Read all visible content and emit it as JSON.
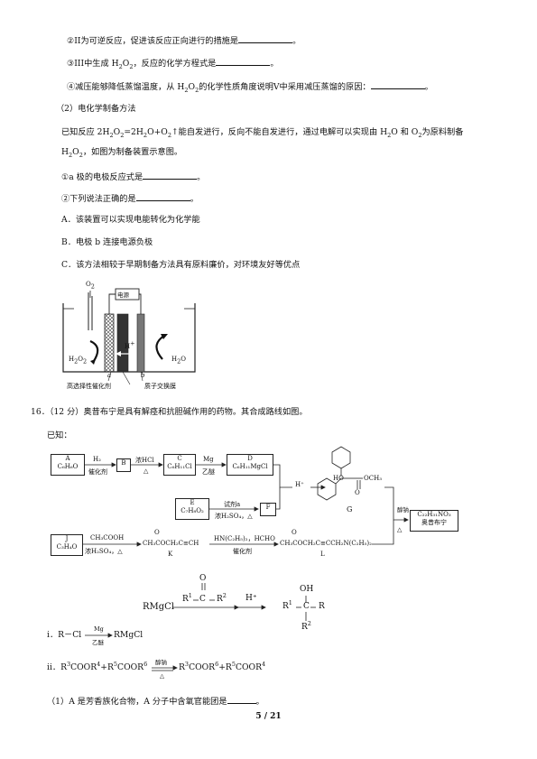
{
  "p1": {
    "q3": "②II为可逆反应，促进该反应正向进行的措施是",
    "q4_a": "③III中生成 H",
    "q4_b": "，反应的化学方程式是",
    "q5_a": "④减压能够降低蒸馏温度，从 H",
    "q5_b": "的化学性质角度说明V中采用减压蒸馏的原因：",
    "sec2": "（2）电化学制备方法",
    "intro1_a": "已知反应 2H",
    "intro1_b": "=2H",
    "intro1_c": "O+O",
    "intro1_d": "↑能自发进行，反向不能自发进行，通过电解可以实现由 H",
    "intro1_e": "O 和 O",
    "intro1_f": "为原料制备",
    "intro2_a": "H",
    "intro2_b": "，如图为制备装置示意图。",
    "qa": "①a 极的电极反应式是",
    "qb": "②下列说法正确的是",
    "optA": "A．该装置可以实现电能转化为化学能",
    "optB": "B．电极 b 连接电源负极",
    "optC": "C．该方法相较于早期制备方法具有原料廉价，对环境友好等优点",
    "sub2": "2",
    "period": "。",
    "comma": "，"
  },
  "apparatus": {
    "o2": "O",
    "power": "电源",
    "h2o2": "H",
    "hplus": "H",
    "h2o": "H",
    "label_a": "a",
    "label_b": "b",
    "cat": "高选择性催化剂",
    "mem": "质子交换膜"
  },
  "q16": {
    "head": "16．（12 分）奥昔布宁是具有解痉和抗胆碱作用的药物。其合成路线如图。",
    "known": "已知：",
    "i": "i．R－Cl",
    "i_top": "Mg",
    "i_bot": "乙醚",
    "i_prod": "RMgCl",
    "ii_a": "ii．R",
    "ii_b": "COOR",
    "ii_c": "+R",
    "ii_d": "COOR",
    "ii_top": "醇钠",
    "ii_bot": "△",
    "ii_e": "R",
    "ii_f": "COOR",
    "ii_g": "+R",
    "ii_h": "COOR",
    "q1": "（1）A 是芳香族化合物，A 分子中含氧官能团是"
  },
  "route": {
    "A": "A",
    "A_f": "C₆H₆O",
    "H2": "H₂",
    "cat1": "催化剂",
    "B": "B",
    "HCl": "浓HCl",
    "heat": "△",
    "C": "C",
    "C_f": "C₆H₁₁Cl",
    "Mg": "Mg",
    "ether": "乙醚",
    "D": "D",
    "D_f": "C₆H₁₁MgCl",
    "Hp": "H⁺",
    "E": "E",
    "E_f": "C₇H₈O₂",
    "reag": "试剂a",
    "acid": "浓H₂SO₄，△",
    "F": "F",
    "G": "G",
    "OCH3": "OCH₃",
    "HO": "HO",
    "O": "O",
    "alkoxide": "醇钠",
    "prod": "C₂₂H₃₁NO₃",
    "prod_n": "奥昔布宁",
    "J": "J",
    "J_f": "C₃H₄O",
    "acetic": "CH₃COOH",
    "acid2": "浓H₂SO₄，△",
    "K_struct": "CH₃COCH₂C≡CH",
    "K": "K",
    "cond": "HN(C₂H₅)₂，HCHO",
    "cat2": "催化剂",
    "L_struct": "CH₃COCH₂C≡CCH₂N(C₂H₅)₂",
    "L": "L"
  },
  "grignard": {
    "reactant": "RMgCl",
    "R1": "R",
    "C": "C",
    "R2": "R",
    "O": "O",
    "Hp": "H⁺",
    "prod_R1": "R",
    "prod_C": "C",
    "prod_R": "R",
    "OH": "OH",
    "prod_R2": "R"
  },
  "page": "5 / 21"
}
